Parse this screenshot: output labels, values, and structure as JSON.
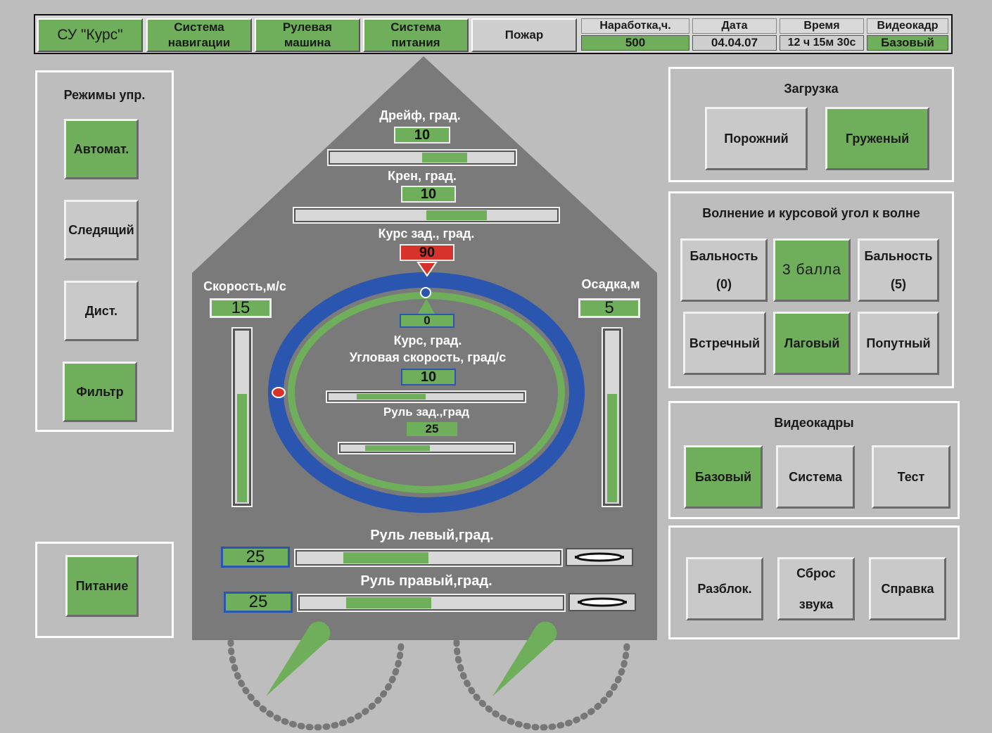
{
  "header": {
    "title": "СУ \"Курс\"",
    "nav_system": [
      "Система",
      "навигации"
    ],
    "steering": [
      "Рулевая",
      "машина"
    ],
    "power_system": [
      "Система",
      "питания"
    ],
    "fire": "Пожар",
    "runtime_label": "Наработка,ч.",
    "runtime_value": "500",
    "date_label": "Дата",
    "date_value": "04.04.07",
    "time_label": "Время",
    "time_value": "12 ч 15м 30с",
    "frame_label": "Видеокадр",
    "frame_value": "Базовый"
  },
  "modes": {
    "title": "Режимы упр.",
    "items": [
      {
        "label": "Автомат.",
        "active": true
      },
      {
        "label": "Следящий",
        "active": false
      },
      {
        "label": "Дист.",
        "active": false
      },
      {
        "label": "Фильтр",
        "active": true
      }
    ]
  },
  "power_button": "Питание",
  "center": {
    "drift": {
      "label": "Дрейф, град.",
      "value": "10",
      "fill_from": 0.5,
      "fill_to": 0.74
    },
    "heel": {
      "label": "Крен, град.",
      "value": "10",
      "fill_from": 0.5,
      "fill_to": 0.73
    },
    "course_set": {
      "label": "Курс зад., град.",
      "value": "90"
    },
    "course": {
      "label": "Курс, град.",
      "value": "0"
    },
    "angular_speed": {
      "label": "Угловая скорость, град/с",
      "value": "10",
      "fill_from": 0.15,
      "fill_to": 0.5
    },
    "rudder_set": {
      "label": "Руль зад.,град",
      "value": "25",
      "fill_from": 0.15,
      "fill_to": 0.52
    },
    "speed": {
      "label": "Скорость,м/с",
      "value": "15",
      "level": 0.65
    },
    "draft": {
      "label": "Осадка,м",
      "value": "5",
      "level": 0.65
    },
    "rudder_left": {
      "label": "Руль левый,град.",
      "value": "25",
      "fill_from": 0.18,
      "fill_to": 0.5
    },
    "rudder_right": {
      "label": "Руль правый,град.",
      "value": "25",
      "fill_from": 0.18,
      "fill_to": 0.5
    }
  },
  "loading": {
    "title": "Загрузка",
    "items": [
      {
        "label": "Порожний",
        "active": false
      },
      {
        "label": "Груженый",
        "active": true
      }
    ]
  },
  "waves": {
    "title": "Волнение и курсовой угол к волне",
    "row1": [
      {
        "label": [
          "Бальность",
          "(0)"
        ],
        "active": false
      },
      {
        "label": [
          "3 балла"
        ],
        "active": true
      },
      {
        "label": [
          "Бальность",
          "(5)"
        ],
        "active": false
      }
    ],
    "row2": [
      {
        "label": "Встречный",
        "active": false
      },
      {
        "label": "Лаговый",
        "active": true
      },
      {
        "label": "Попутный",
        "active": false
      }
    ]
  },
  "frames": {
    "title": "Видеокадры",
    "items": [
      {
        "label": "Базовый",
        "active": true
      },
      {
        "label": "Система",
        "active": false
      },
      {
        "label": "Тест",
        "active": false
      }
    ]
  },
  "actions": {
    "unlock": "Разблок.",
    "reset_sound": [
      "Сброс",
      "звука"
    ],
    "help": "Справка"
  },
  "colors": {
    "green": "#6fae5a",
    "house": "#7a7a7a",
    "ring_blue": "#2a56b0",
    "alarm_red": "#d8332a"
  }
}
